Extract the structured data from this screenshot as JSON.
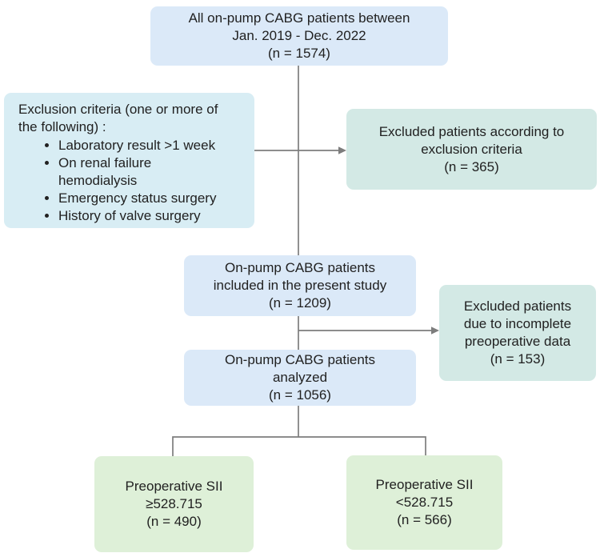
{
  "diagram": {
    "type": "flowchart",
    "background": "#ffffff",
    "colors": {
      "process_box": "#dbe9f8",
      "criteria_box": "#d8edf4",
      "excluded_box": "#d3e9e5",
      "outcome_box": "#def0d8",
      "connector_line": "#7d7d7d",
      "text": "#212121"
    },
    "nodes": {
      "all_patients": {
        "lines": [
          "All on-pump CABG patients between",
          "Jan. 2019 - Dec. 2022",
          "(n = 1574)"
        ]
      },
      "exclusion_criteria": {
        "heading": "Exclusion criteria (one or more of the following) :",
        "bullets": [
          "Laboratory result >1 week",
          "On renal failure hemodialysis",
          "Emergency status surgery",
          "History of valve surgery"
        ]
      },
      "excluded_by_criteria": {
        "lines": [
          "Excluded patients according to",
          "exclusion criteria",
          "(n = 365)"
        ]
      },
      "included_study": {
        "lines": [
          "On-pump CABG patients",
          "included in the present study",
          "(n = 1209)"
        ]
      },
      "excluded_incomplete": {
        "lines": [
          "Excluded patients",
          "due to incomplete",
          "preoperative data",
          "(n = 153)"
        ]
      },
      "analyzed": {
        "lines": [
          "On-pump CABG patients",
          "analyzed",
          "(n = 1056)"
        ]
      },
      "sii_high": {
        "lines": [
          "Preoperative SII",
          "≥528.715",
          "(n = 490)"
        ]
      },
      "sii_low": {
        "lines": [
          "Preoperative SII",
          "<528.715",
          "(n = 566)"
        ]
      }
    }
  }
}
